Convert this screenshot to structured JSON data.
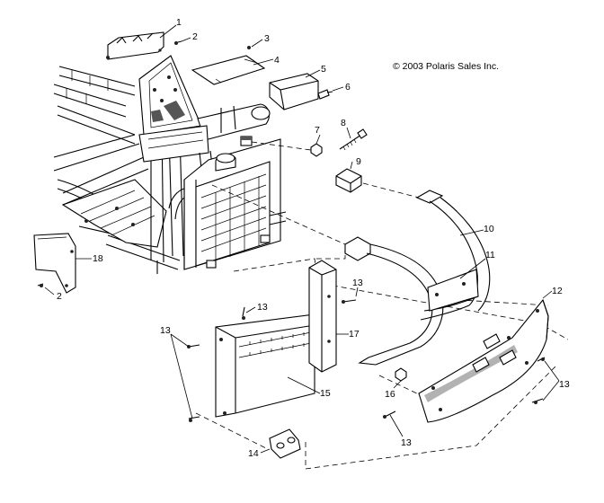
{
  "copyright": "© 2003 Polaris Sales Inc.",
  "callouts": {
    "c1": "1",
    "c2a": "2",
    "c2b": "2",
    "c3": "3",
    "c4": "4",
    "c5": "5",
    "c6": "6",
    "c7": "7",
    "c8": "8",
    "c9": "9",
    "c10": "10",
    "c11": "11",
    "c12": "12",
    "c13a": "13",
    "c13b": "13",
    "c13c": "13",
    "c13d": "13",
    "c13e": "13",
    "c14": "14",
    "c15": "15",
    "c16": "16",
    "c17": "17",
    "c18": "18"
  }
}
